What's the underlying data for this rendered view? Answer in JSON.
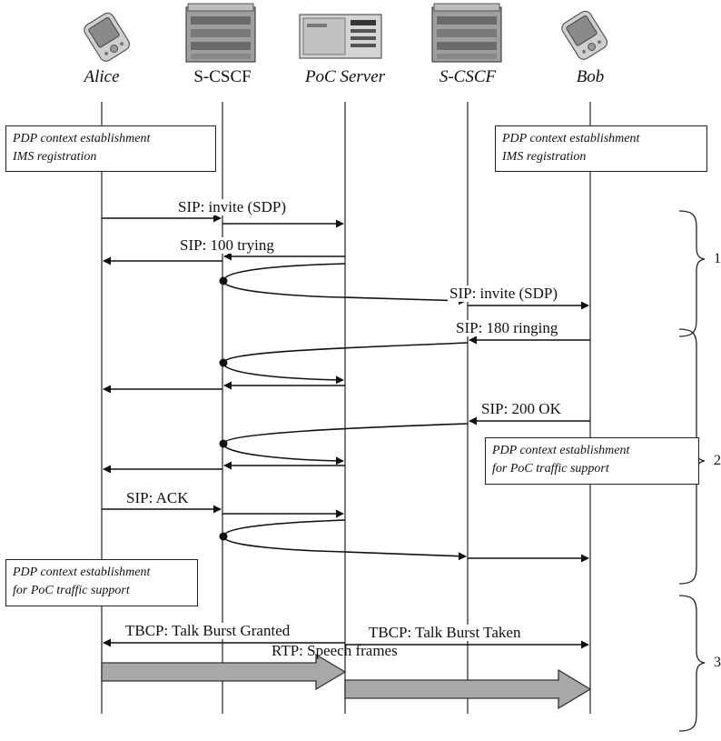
{
  "entities": [
    {
      "label": "Alice",
      "icon": "pda-icon",
      "italic": true
    },
    {
      "label": "S-CSCF",
      "icon": "server-rack-icon",
      "italic": false
    },
    {
      "label": "PoC Server",
      "icon": "server-box-icon",
      "italic": true
    },
    {
      "label": "S-CSCF",
      "icon": "server-rack-icon",
      "italic": true
    },
    {
      "label": "Bob",
      "icon": "pda-icon",
      "italic": true
    }
  ],
  "notes": {
    "alice_setup": {
      "line1": "PDP context establishment",
      "line2": "IMS registration"
    },
    "bob_setup": {
      "line1": "PDP context establishment",
      "line2": "IMS registration"
    },
    "bob_traffic": {
      "line1": "PDP context establishment",
      "line2": "for PoC traffic support"
    },
    "alice_traffic": {
      "line1": "PDP context establishment",
      "line2": "for PoC traffic support"
    }
  },
  "messages": {
    "invite_1": "SIP: invite (SDP)",
    "trying": "SIP: 100 trying",
    "invite_2": "SIP: invite (SDP)",
    "ringing": "SIP: 180 ringing",
    "ok": "SIP: 200 OK",
    "ack": "SIP: ACK",
    "granted": "TBCP: Talk Burst Granted",
    "taken": "TBCP: Talk Burst Taken",
    "rtp": "RTP: Speech frames"
  },
  "phases": [
    "1",
    "2",
    "3"
  ],
  "colors": {
    "line": "#111111",
    "arrow_fill": "#a8a8a8",
    "arrow_stroke": "#333333"
  }
}
